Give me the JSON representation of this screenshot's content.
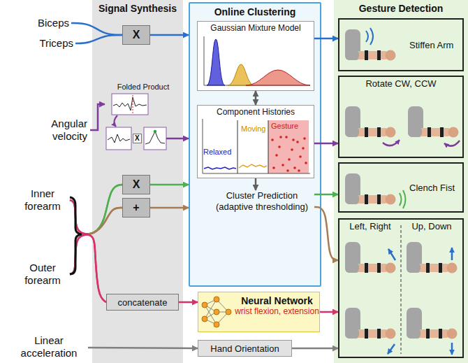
{
  "diagram": {
    "nodes": [
      {
        "text": [
          "Signal Synthesis"
        ]
      },
      {
        "text": [
          "Online Clustering"
        ]
      },
      {
        "text": [
          "Gesture Detection"
        ]
      },
      {
        "text": [
          "Biceps"
        ]
      },
      {
        "text": [
          "Triceps"
        ]
      },
      {
        "text": [
          "Angular velocity"
        ]
      },
      {
        "text": [
          "Inner forearm"
        ]
      },
      {
        "text": [
          "Outer forearm"
        ]
      },
      {
        "text": [
          "Linear acceleration"
        ]
      },
      {
        "text": [
          "X"
        ],
        "in": 0
      },
      {
        "text": [
          "Folded Product"
        ],
        "in": 0
      },
      {
        "text": [
          "X"
        ],
        "in": 0
      },
      {
        "text": [
          "+"
        ],
        "in": 0
      },
      {
        "text": [
          "concatenate"
        ],
        "in": 0
      },
      {
        "text": [
          "Gaussian Mixture Model"
        ],
        "in": 1
      },
      {
        "text": [
          "Component Histories",
          "Relaxed",
          "Moving",
          "Gesture"
        ],
        "in": 1
      },
      {
        "text": [
          "Cluster Prediction (adaptive thresholding)"
        ],
        "in": 1
      },
      {
        "text": [
          "Neural Network",
          "wrist flexion, extension"
        ]
      },
      {
        "text": [
          "Hand Orientation"
        ]
      },
      {
        "text": [
          "Stiffen Arm"
        ],
        "in": 2
      },
      {
        "text": [
          "Rotate CW, CCW"
        ],
        "in": 2
      },
      {
        "text": [
          "Clench Fist"
        ],
        "in": 2
      },
      {
        "text": [
          "Left, Right",
          "Up, Down"
        ],
        "in": 2
      }
    ],
    "edges": [
      {
        "from": 3,
        "to": 9,
        "arrow": "none"
      },
      {
        "from": 4,
        "to": 9,
        "arrow": "none"
      },
      {
        "from": 9,
        "to": 1,
        "arrow": "to"
      },
      {
        "from": 14,
        "to": 19,
        "arrow": "to"
      },
      {
        "from": 5,
        "to": 10,
        "arrow": "to"
      },
      {
        "from": 10,
        "to": 1,
        "arrow": "to"
      },
      {
        "from": 15,
        "to": 20,
        "arrow": "to"
      },
      {
        "from": 6,
        "to": 11,
        "arrow": "none"
      },
      {
        "from": 7,
        "to": 11,
        "arrow": "none"
      },
      {
        "from": 6,
        "to": 12,
        "arrow": "none"
      },
      {
        "from": 7,
        "to": 12,
        "arrow": "none"
      },
      {
        "from": 6,
        "to": 13,
        "arrow": "none"
      },
      {
        "from": 7,
        "to": 13,
        "arrow": "none"
      },
      {
        "from": 11,
        "to": 1,
        "arrow": "to"
      },
      {
        "from": 12,
        "to": 1,
        "arrow": "to"
      },
      {
        "from": 13,
        "to": 17,
        "arrow": "to"
      },
      {
        "from": 8,
        "to": 18,
        "arrow": "to"
      },
      {
        "from": 14,
        "to": 15,
        "arrow": "both"
      },
      {
        "from": 15,
        "to": 16,
        "arrow": "to"
      },
      {
        "from": 16,
        "to": 21,
        "arrow": "to"
      },
      {
        "from": 16,
        "to": 22,
        "arrow": "to"
      },
      {
        "from": 17,
        "to": 22,
        "arrow": "to"
      },
      {
        "from": 18,
        "to": 22,
        "arrow": "to"
      }
    ],
    "labels": [
      "X"
    ]
  }
}
